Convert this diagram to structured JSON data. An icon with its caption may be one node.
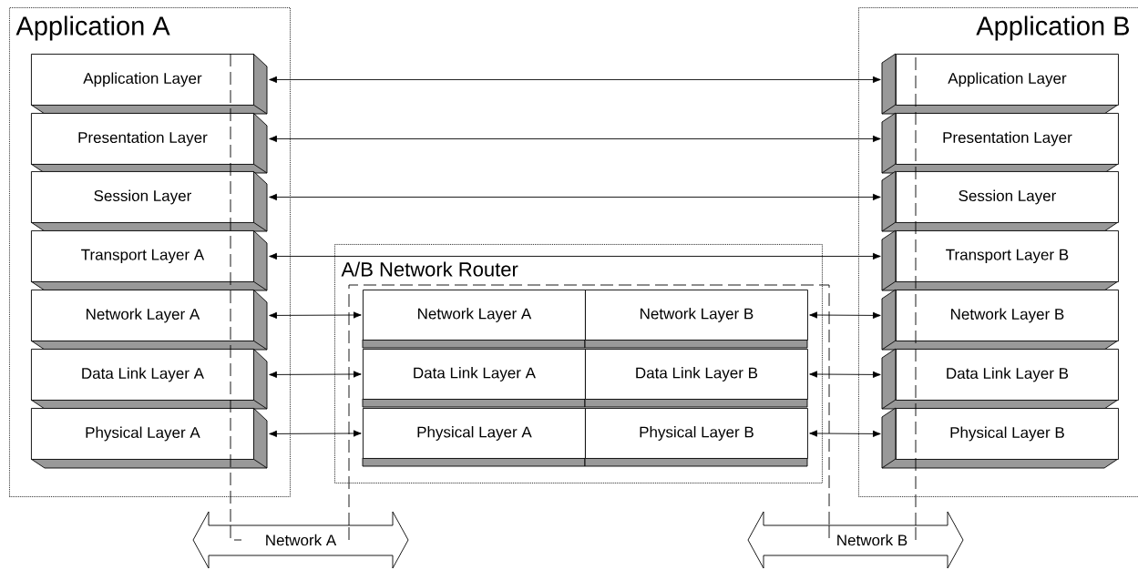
{
  "diagram": {
    "nodes": [
      {
        "text": [
          "Application A"
        ]
      },
      {
        "text": [
          "Application Layer"
        ],
        "in": 0
      },
      {
        "text": [
          "Presentation Layer"
        ],
        "in": 0
      },
      {
        "text": [
          "Session Layer"
        ],
        "in": 0
      },
      {
        "text": [
          "Transport Layer A"
        ],
        "in": 0
      },
      {
        "text": [
          "Network Layer A"
        ],
        "in": 0
      },
      {
        "text": [
          "Data Link Layer A"
        ],
        "in": 0
      },
      {
        "text": [
          "Physical Layer A"
        ],
        "in": 0
      },
      {
        "text": [
          "Application B"
        ]
      },
      {
        "text": [
          "Application Layer"
        ],
        "in": 8
      },
      {
        "text": [
          "Presentation Layer"
        ],
        "in": 8
      },
      {
        "text": [
          "Session Layer"
        ],
        "in": 8
      },
      {
        "text": [
          "Transport Layer B"
        ],
        "in": 8
      },
      {
        "text": [
          "Network Layer B"
        ],
        "in": 8
      },
      {
        "text": [
          "Data Link Layer B"
        ],
        "in": 8
      },
      {
        "text": [
          "Physical Layer B"
        ],
        "in": 8
      },
      {
        "text": [
          "A/B Network Router"
        ]
      },
      {
        "text": [
          "Network Layer A"
        ],
        "in": 16
      },
      {
        "text": [
          "Network Layer B"
        ],
        "in": 16
      },
      {
        "text": [
          "Data Link Layer A"
        ],
        "in": 16
      },
      {
        "text": [
          "Data Link Layer B"
        ],
        "in": 16
      },
      {
        "text": [
          "Physical Layer A"
        ],
        "in": 16
      },
      {
        "text": [
          "Physical Layer B"
        ],
        "in": 16
      },
      {
        "text": [
          "Network A"
        ]
      },
      {
        "text": [
          "Network B"
        ]
      }
    ],
    "edges": [
      {
        "from": 1,
        "to": 9,
        "arrow": "both"
      },
      {
        "from": 2,
        "to": 10,
        "arrow": "both"
      },
      {
        "from": 3,
        "to": 11,
        "arrow": "both"
      },
      {
        "from": 4,
        "to": 12,
        "arrow": "both"
      },
      {
        "from": 5,
        "to": 17,
        "arrow": "both"
      },
      {
        "from": 18,
        "to": 13,
        "arrow": "both"
      },
      {
        "from": 6,
        "to": 19,
        "arrow": "both"
      },
      {
        "from": 20,
        "to": 14,
        "arrow": "both"
      },
      {
        "from": 7,
        "to": 21,
        "arrow": "both"
      },
      {
        "from": 22,
        "to": 15,
        "arrow": "both"
      },
      {
        "from": 1,
        "to": 23,
        "arrow": "none",
        "style": "dashed"
      },
      {
        "from": 23,
        "to": 24,
        "arrow": "none",
        "style": "dashed"
      },
      {
        "from": 24,
        "to": 9,
        "arrow": "none",
        "style": "dashed"
      }
    ]
  }
}
